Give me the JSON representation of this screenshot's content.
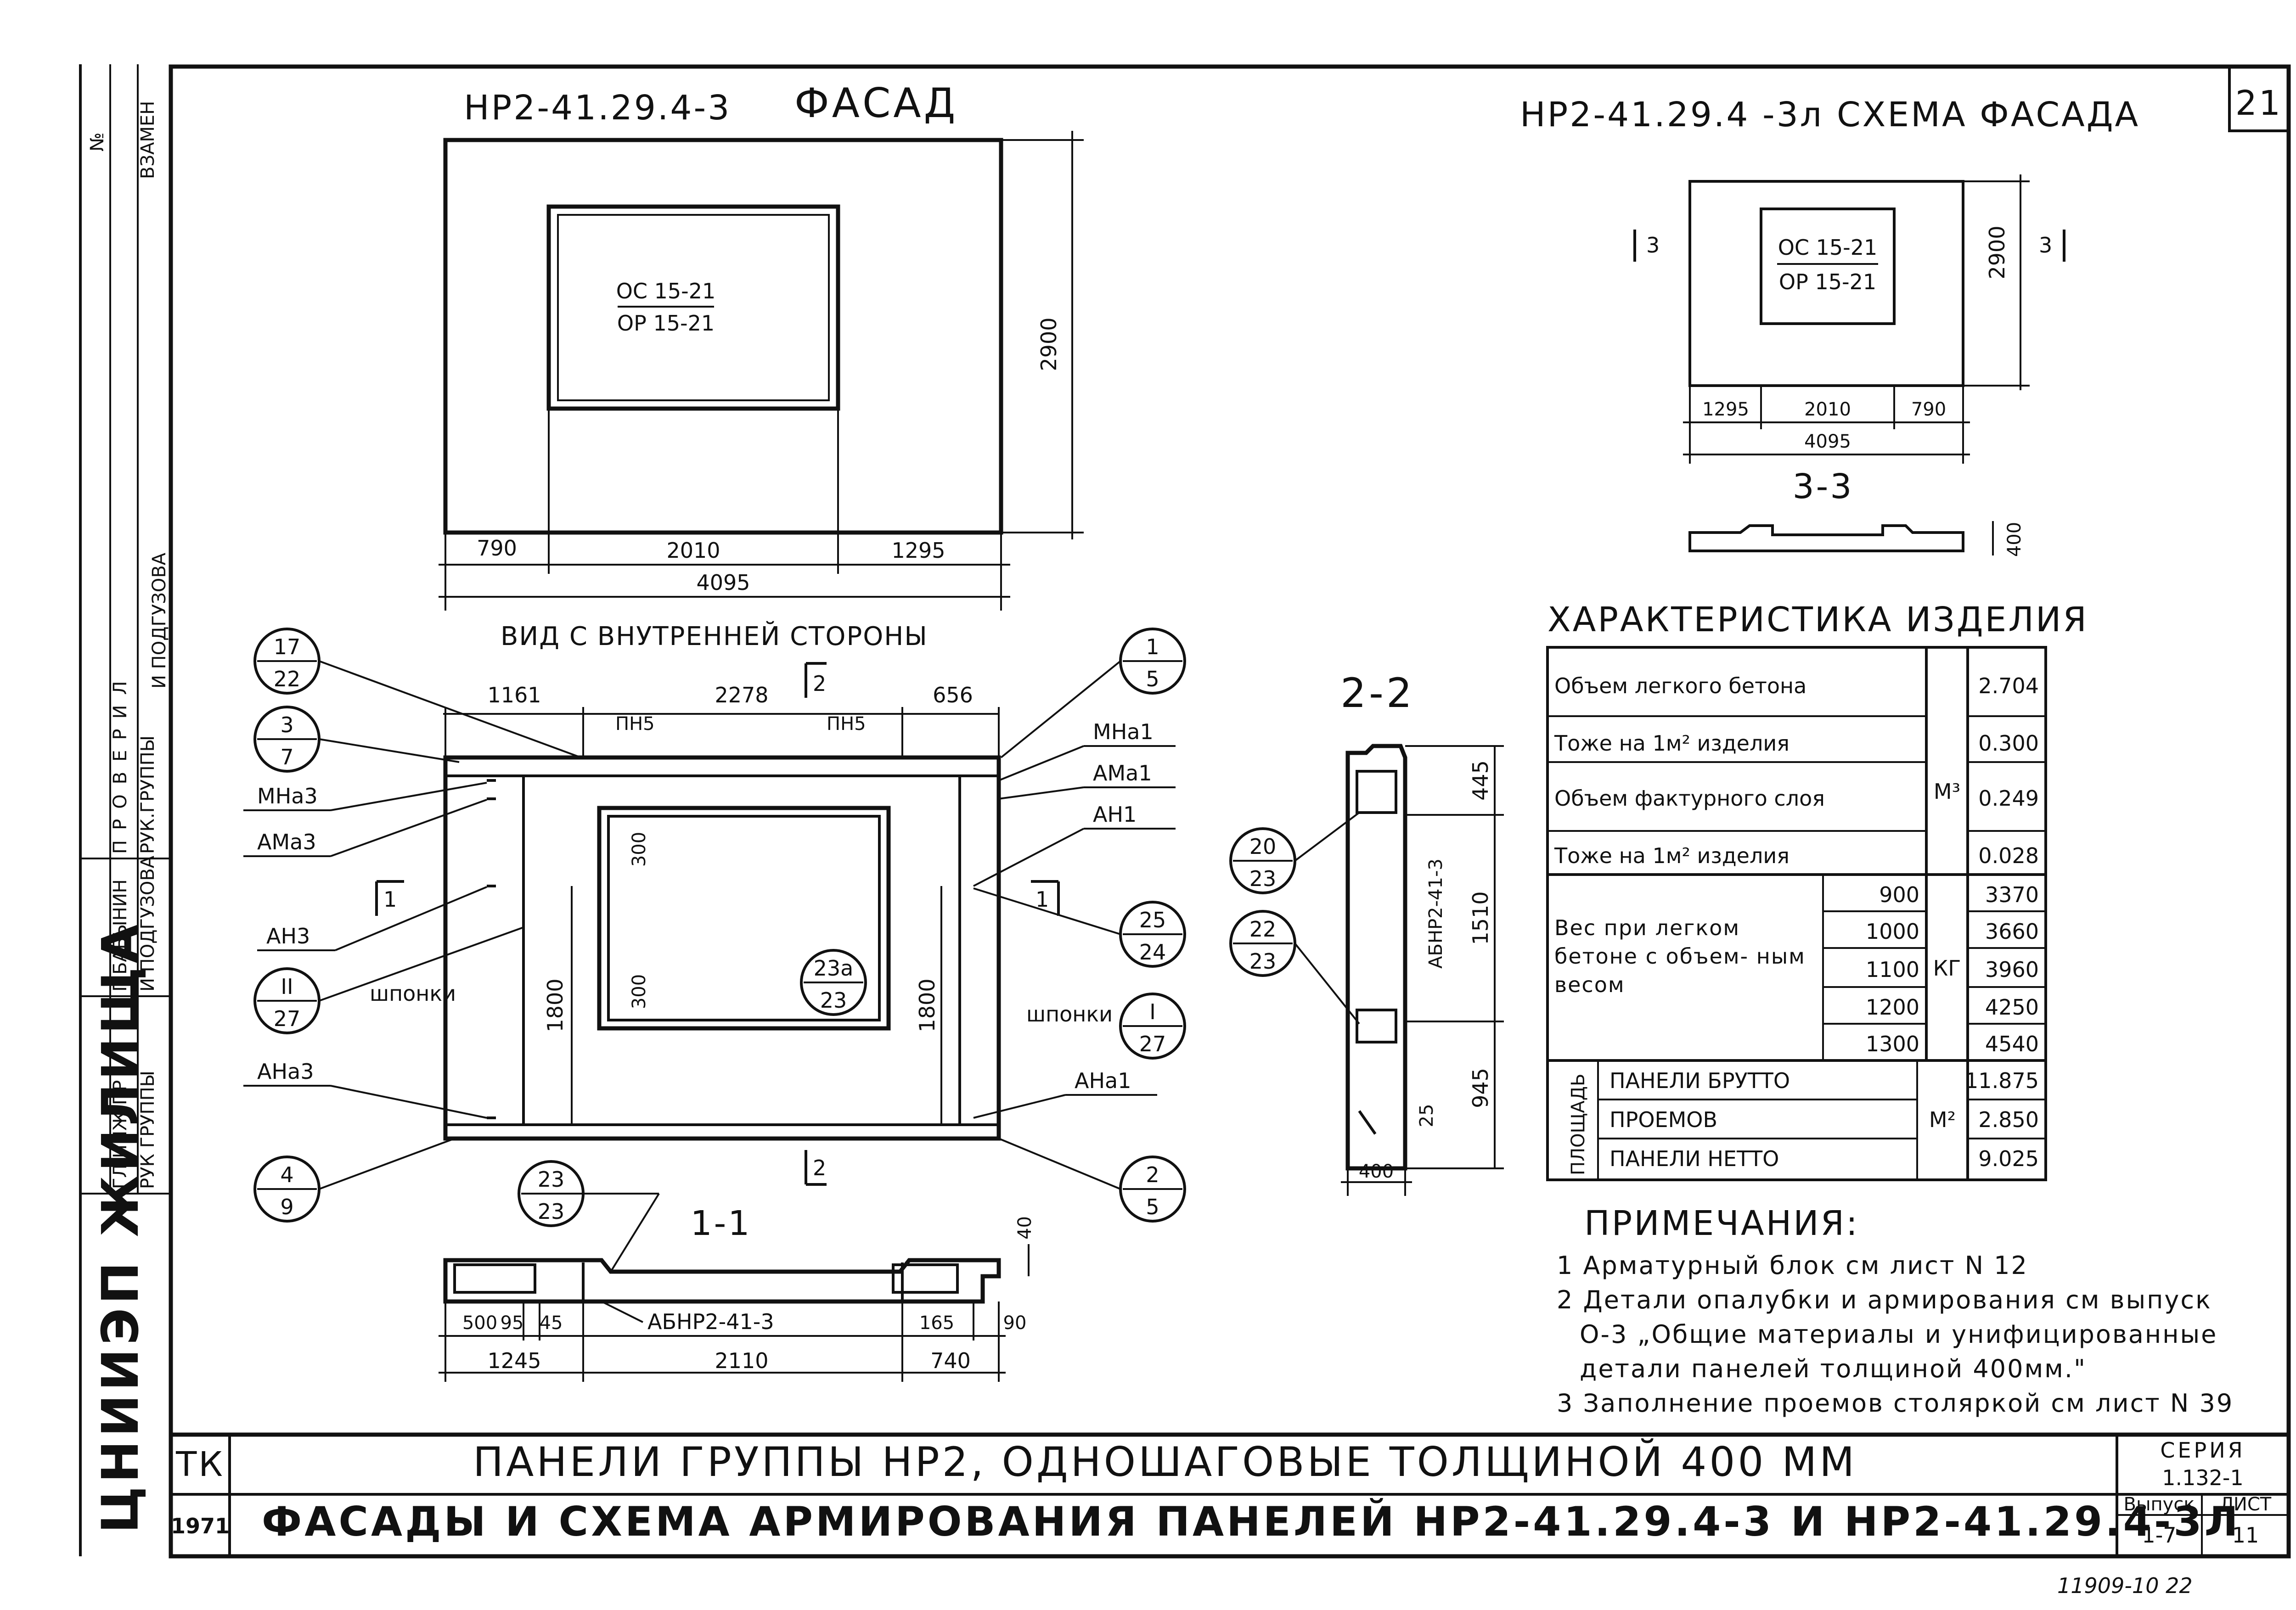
{
  "sheet_number": "21",
  "stamp": {
    "org": "ЦНИИЭП ЖИЛИЩА",
    "left_cols": [
      "ВЗАМЕН",
      "№",
      "ПРОВЕРИЛ",
      "РУК.ГРУППЫ",
      "И ПОДГУЗОВА",
      "Г БАБЫНИН",
      "И ПОДГУЗОВА",
      "ГЛ ИНЖ ПР",
      "РУК ГРУППЫ"
    ]
  },
  "facade": {
    "title": "НР2-41.29.4-3",
    "subtitle": "ФАСАД",
    "window_label_top": "ОС 15-21",
    "window_label_bottom": "ОР 15-21",
    "dim_height": "2900",
    "dims": [
      "790",
      "2010",
      "1295"
    ],
    "dim_total": "4095"
  },
  "scheme": {
    "title": "НР2-41.29.4 -3л",
    "subtitle": "СХЕМА ФАСАДА",
    "window_label_top": "ОС 15-21",
    "window_label_bottom": "ОР 15-21",
    "dim_height": "2900",
    "dims": [
      "1295",
      "2010",
      "790"
    ],
    "dim_total": "4095",
    "cut_left": "3",
    "cut_right": "3",
    "section_label": "3-3",
    "section_dim": "400"
  },
  "inner": {
    "title": "ВИД С ВНУТРЕННЕЙ СТОРОНЫ",
    "top_dims": [
      "1161",
      "2278",
      "656"
    ],
    "pn_left": "ПН5",
    "pn_right": "ПН5",
    "cut_top": "2",
    "cut_bottom": "2",
    "cut_left": "1",
    "cut_right": "1",
    "dim_left": "1800",
    "dim_right": "1800",
    "dim_300a": "300",
    "dim_300b": "300",
    "shponki_left": "шпонки",
    "shponki_right": "шпонки",
    "labels_left": [
      "МНа3",
      "АМа3",
      "АН3",
      "АНа3"
    ],
    "labels_right": [
      "МНа1",
      "АМа1",
      "АН1",
      "АНа1"
    ],
    "callouts": [
      {
        "top": "17",
        "bottom": "22"
      },
      {
        "top": "3",
        "bottom": "7"
      },
      {
        "top": "II",
        "bottom": "27"
      },
      {
        "top": "4",
        "bottom": "9"
      },
      {
        "top": "1",
        "bottom": "5"
      },
      {
        "top": "25",
        "bottom": "24"
      },
      {
        "top": "I",
        "bottom": "27"
      },
      {
        "top": "2",
        "bottom": "5"
      },
      {
        "top": "23а",
        "bottom": "23"
      },
      {
        "top": "23",
        "bottom": "23"
      }
    ]
  },
  "section11": {
    "title": "1-1",
    "dims": [
      "500",
      "95",
      "45",
      "165",
      "90"
    ],
    "dims_bottom": [
      "1245",
      "2110",
      "740"
    ],
    "dim_40": "40",
    "block_label": "АБНР2-41-3"
  },
  "section22": {
    "title": "2-2",
    "dims": [
      "445",
      "1510",
      "945",
      "25"
    ],
    "width": "400",
    "block_label": "АБНР2-41-3",
    "callouts": [
      {
        "top": "20",
        "bottom": "23"
      },
      {
        "top": "22",
        "bottom": "23"
      }
    ]
  },
  "characteristics": {
    "title": "ХАРАКТЕРИСТИКА ИЗДЕЛИЯ",
    "rows": [
      {
        "label": "Объем легкого бетона",
        "value": "2.704"
      },
      {
        "label": "Тоже на 1м² изделия",
        "value": "0.300"
      },
      {
        "label": "Объем фактурного слоя",
        "value": "0.249"
      },
      {
        "label": "Тоже на 1м² изделия",
        "value": "0.028"
      }
    ],
    "unit_volume": "М³",
    "weight_label": "Вес при легком бетоне с объем- ным весом",
    "weight_unit": "КГ",
    "weights": [
      {
        "density": "900",
        "value": "3370"
      },
      {
        "density": "1000",
        "value": "3660"
      },
      {
        "density": "1100",
        "value": "3960"
      },
      {
        "density": "1200",
        "value": "4250"
      },
      {
        "density": "1300",
        "value": "4540"
      }
    ],
    "area_label": "ПЛОЩАДЬ",
    "area_unit": "М²",
    "areas": [
      {
        "label": "ПАНЕЛИ БРУТТО",
        "value": "11.875"
      },
      {
        "label": "ПРОЕМОВ",
        "value": "2.850"
      },
      {
        "label": "ПАНЕЛИ НЕТТО",
        "value": "9.025"
      }
    ]
  },
  "notes": {
    "title": "ПРИМЕЧАНИЯ:",
    "items": [
      "1 Арматурный блок см лист N 12",
      "2 Детали опалубки и армирования см выпуск",
      "О-3 „Общие материалы и унифицированные",
      "детали панелей толщиной 400мм.\"",
      "3 Заполнение проемов столяркой см лист N 39"
    ]
  },
  "titleblock": {
    "tk": "ТК",
    "year": "1971",
    "line1": "ПАНЕЛИ ГРУППЫ НР2, ОДНОШАГОВЫЕ ТОЛЩИНОЙ 400 ММ",
    "line2": "ФАСАДЫ И СХЕМА АРМИРОВАНИЯ ПАНЕЛЕЙ НР2-41.29.4-3 И НР2-41.29.4-3Л",
    "series_label": "СЕРИЯ",
    "series": "1.132-1",
    "issue_label": "Выпуск",
    "issue": "1-7",
    "sheet_label": "ЛИСТ",
    "sheet": "11"
  },
  "footer_code": "11909-10 22"
}
